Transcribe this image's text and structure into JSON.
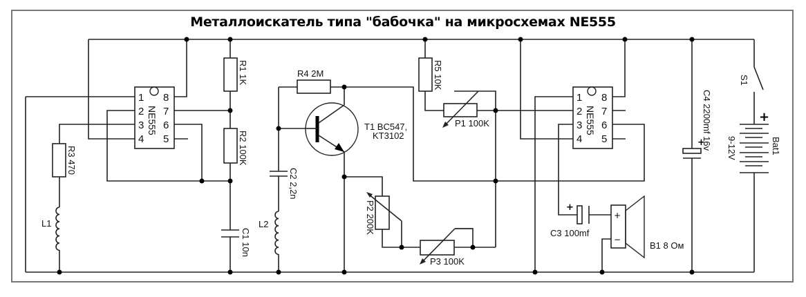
{
  "title": "Металлоискатель типа \"бабочка\" на микросхемах NE555",
  "components": {
    "ic1": {
      "name": "NE555",
      "pins": [
        "1",
        "2",
        "3",
        "4",
        "8",
        "7",
        "6",
        "5"
      ]
    },
    "ic2": {
      "name": "NE555",
      "pins": [
        "1",
        "2",
        "3",
        "4",
        "8",
        "7",
        "6",
        "5"
      ]
    },
    "r1": "R1 1K",
    "r2": "R2 100K",
    "r3": "R3 470",
    "r4": "R4 2M",
    "r5": "R5 10K",
    "l1": "L1",
    "l2": "L2",
    "c1": "C1 10n",
    "c2": "C2 2,2n",
    "c3": "C3 100mf",
    "c4": "C4 2200mf 16v",
    "t1_line1": "T1 BC547,",
    "t1_line2": "KT3102",
    "p1": "P1 100K",
    "p2": "P2 200K",
    "p3": "P3 100K",
    "b1": "B1 8 Ом",
    "s1": "S1",
    "bat1": "Bat1",
    "bat_voltage": "9-12V",
    "plus_sign": "+",
    "minus_sign": "−"
  }
}
